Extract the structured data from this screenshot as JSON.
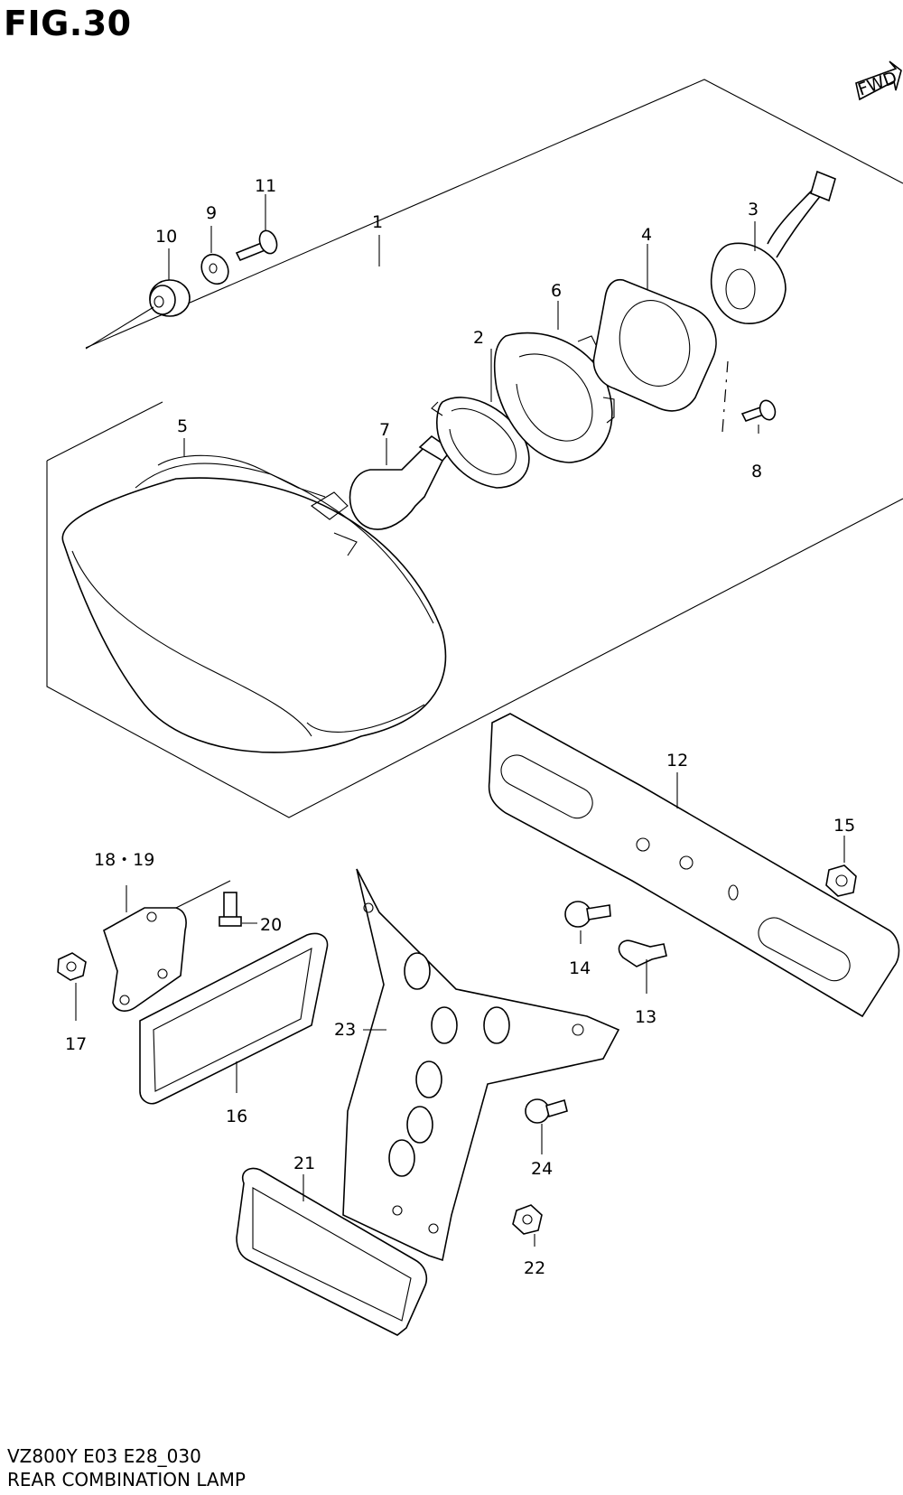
{
  "figure": {
    "title": "FIG.30",
    "fwd_label": "FWD",
    "code": "VZ800Y E03 E28_030",
    "name": "REAR COMBINATION LAMP"
  },
  "part_numbers": {
    "p1": "1",
    "p2": "2",
    "p3": "3",
    "p4": "4",
    "p5": "5",
    "p6": "6",
    "p7": "7",
    "p8": "8",
    "p9": "9",
    "p10": "10",
    "p11": "11",
    "p12": "12",
    "p13": "13",
    "p14": "14",
    "p15": "15",
    "p16": "16",
    "p17": "17",
    "p18_19": "18・19",
    "p20": "20",
    "p21": "21",
    "p22": "22",
    "p23": "23",
    "p24": "24"
  }
}
